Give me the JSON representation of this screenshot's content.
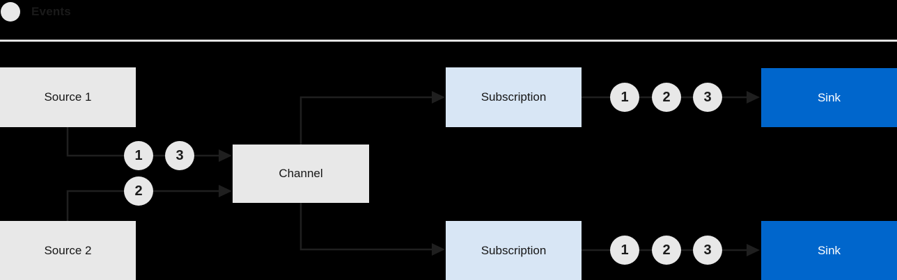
{
  "colors": {
    "background": "#000000",
    "box_gray": "#e8e8e8",
    "box_blue_light": "#d8e6f5",
    "box_blue": "#0066cc",
    "line": "#1f1f1f",
    "separator": "#e4e4e4",
    "text_dark": "#151515",
    "text_light": "#ffffff"
  },
  "legend": {
    "label": "Events"
  },
  "nodes": {
    "source1": {
      "label": "Source 1"
    },
    "source2": {
      "label": "Source 2"
    },
    "channel": {
      "label": "Channel"
    },
    "subscription_top": {
      "label": "Subscription"
    },
    "subscription_bottom": {
      "label": "Subscription"
    },
    "sink_top": {
      "label": "Sink"
    },
    "sink_bottom": {
      "label": "Sink"
    }
  },
  "events": {
    "source1_to_channel": [
      "1",
      "3"
    ],
    "source2_to_channel": [
      "2"
    ],
    "subscription_top_to_sink": [
      "1",
      "2",
      "3"
    ],
    "subscription_bottom_to_sink": [
      "1",
      "2",
      "3"
    ]
  }
}
